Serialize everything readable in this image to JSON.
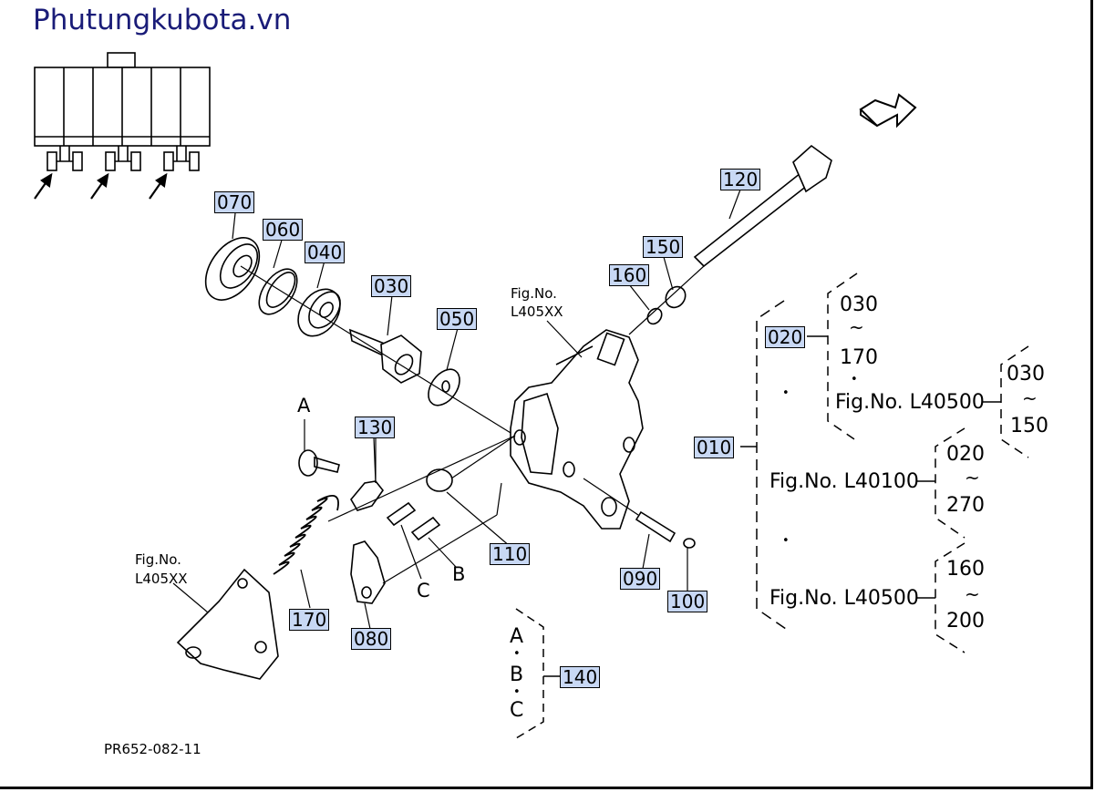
{
  "site_title": "Phutungkubota.vn",
  "drawing_code": "PR652-082-11",
  "fig_ref_label_line1": "Fig.No.",
  "fig_ref_label_line2": "L405XX",
  "parts": {
    "p070": "070",
    "p060": "060",
    "p040": "040",
    "p030": "030",
    "p050": "050",
    "p130": "130",
    "p110": "110",
    "p160": "160",
    "p150": "150",
    "p120": "120",
    "p090": "090",
    "p100": "100",
    "p170": "170",
    "p080": "080",
    "p140": "140",
    "p010": "010",
    "p020": "020"
  },
  "callouts": {
    "A": "A",
    "B": "B",
    "C": "C"
  },
  "legend_140": {
    "line1": "A",
    "line2": "B",
    "line3": "C"
  },
  "tree": {
    "g020_from": "030",
    "g020_to": "170",
    "g020_fig": "Fig.No. L40500",
    "g020_sub_from": "030",
    "g020_sub_to": "150",
    "g010_fig_mid": "Fig.No. L40100",
    "g010_mid_from": "020",
    "g010_mid_to": "270",
    "g010_fig_low": "Fig.No. L40500",
    "g010_low_from": "160",
    "g010_low_to": "200",
    "tilde": "~",
    "dot": "•"
  }
}
